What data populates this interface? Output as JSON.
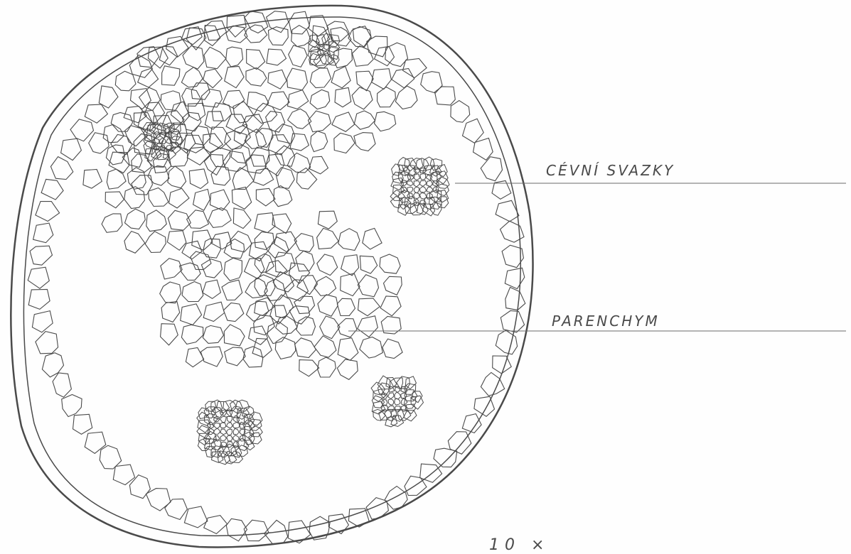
{
  "drawing": {
    "labels": {
      "vascular_bundles": "CÉVNÍ SVAZKY",
      "parenchyma": "PARENCHYM"
    },
    "magnification_note": "10 ×",
    "ink_color": "#4a4a4a",
    "paper_color": "#fefefe"
  }
}
